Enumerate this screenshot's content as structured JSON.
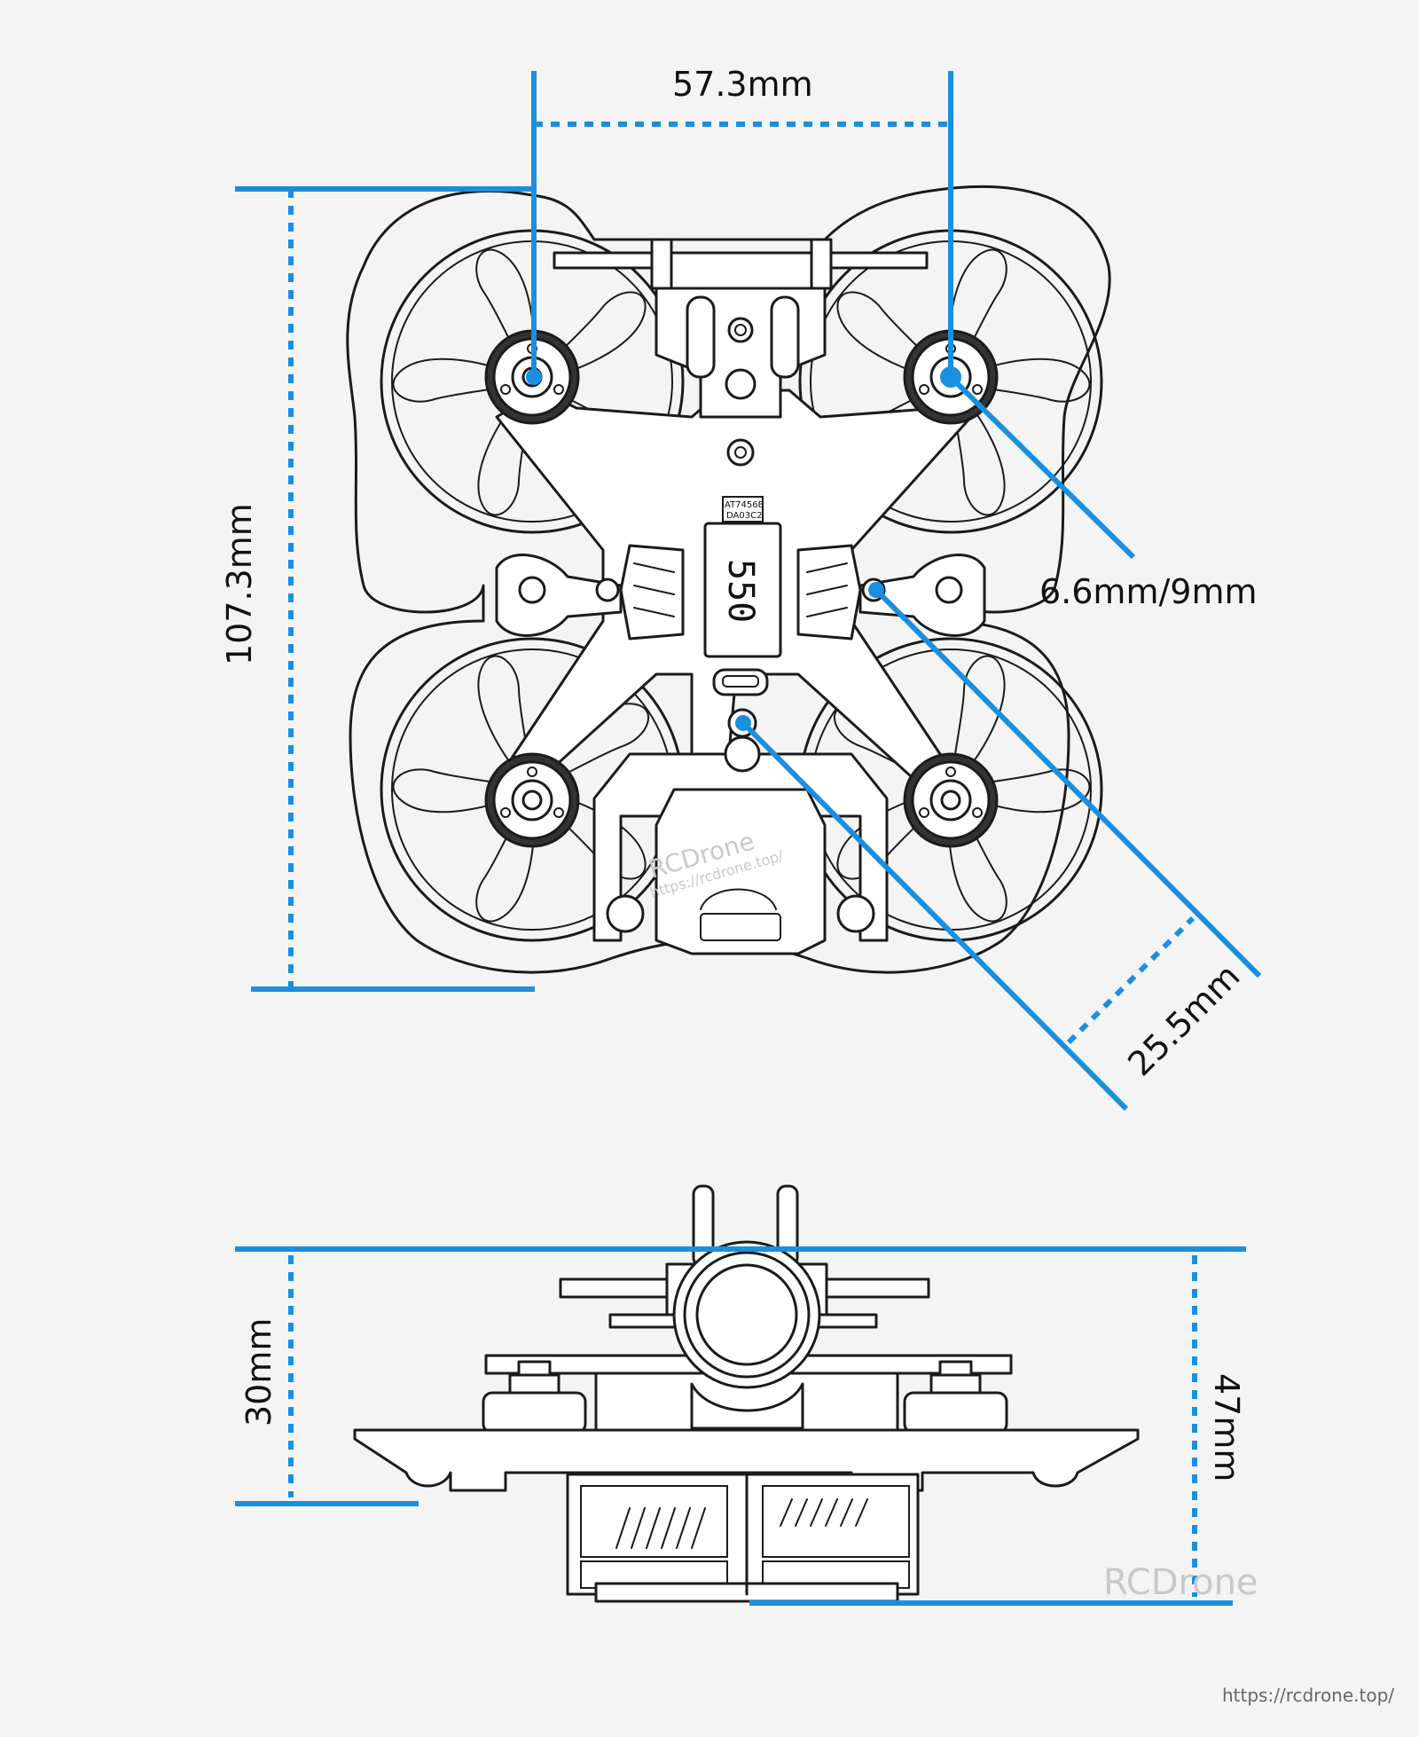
{
  "top_view": {
    "motor_spacing": "57.3mm",
    "height": "107.3mm",
    "motor_mount": "6.6mm/9mm",
    "frame_width": "25.5mm",
    "esc_label": "550",
    "chip_label_line1": "AT7456E",
    "chip_label_line2": "DA03C2"
  },
  "side_view": {
    "lower_height": "30mm",
    "total_height": "47mm"
  },
  "watermarks": {
    "center_brand": "RCDrone",
    "center_url": "https://rcdrone.top/",
    "corner_brand": "RCDrone",
    "footer_url": "https://rcdrone.top/"
  },
  "colors": {
    "dimension_lines": "#1a8fe0",
    "drawing_lines": "#1b1b1b",
    "background": "#f4f4f4"
  }
}
